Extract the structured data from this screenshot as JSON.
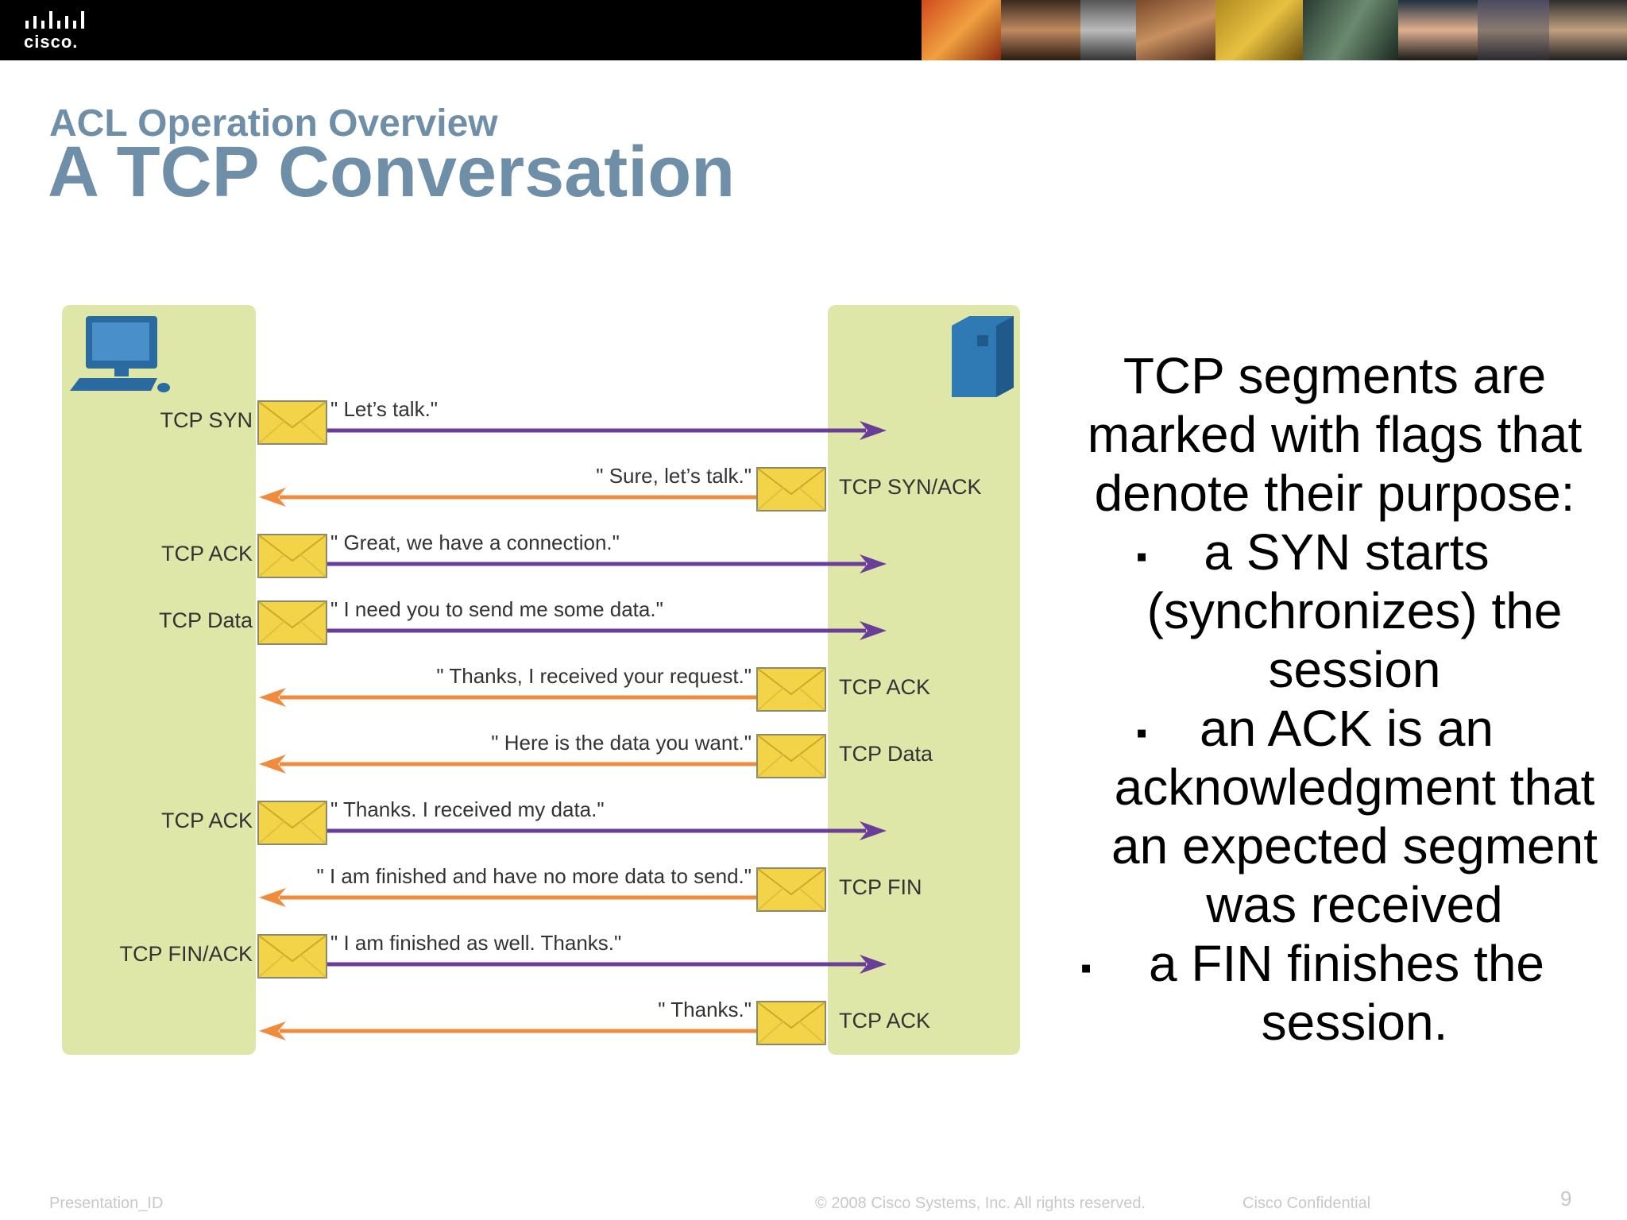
{
  "header": {
    "logo_text": "cisco.",
    "accent_color": "#6f8ea8"
  },
  "slide": {
    "section_title": "ACL Operation Overview",
    "title": "A TCP Conversation"
  },
  "diagram": {
    "client_icon": "desktop-computer-icon",
    "server_icon": "server-tower-icon",
    "envelope_icon": "envelope-icon",
    "messages": [
      {
        "direction": "to-server",
        "flag": "TCP SYN",
        "text": "\" Let’s talk.\""
      },
      {
        "direction": "to-client",
        "flag": "TCP SYN/ACK",
        "text": "\" Sure, let’s talk.\""
      },
      {
        "direction": "to-server",
        "flag": "TCP ACK",
        "text": "\" Great, we have a connection.\""
      },
      {
        "direction": "to-server",
        "flag": "TCP Data",
        "text": "\" I need you to send me some data.\""
      },
      {
        "direction": "to-client",
        "flag": "TCP ACK",
        "text": "\" Thanks, I received your request.\""
      },
      {
        "direction": "to-client",
        "flag": "TCP Data",
        "text": "\" Here is the data you want.\""
      },
      {
        "direction": "to-server",
        "flag": "TCP ACK",
        "text": "\" Thanks. I received my data.\""
      },
      {
        "direction": "to-client",
        "flag": "TCP FIN",
        "text": "\" I am finished and have no more data to send.\""
      },
      {
        "direction": "to-server",
        "flag": "TCP FIN/ACK",
        "text": "\" I am finished as well. Thanks.\""
      },
      {
        "direction": "to-client",
        "flag": "TCP ACK",
        "text": "\" Thanks.\""
      }
    ],
    "colors": {
      "to_server_arrow": "#6a3d9a",
      "to_client_arrow": "#f08a3c",
      "column_fill": "#dfe7a8"
    }
  },
  "content": {
    "intro_lines": [
      "TCP segments are",
      "marked with flags that",
      "denote their purpose:"
    ],
    "bullet_marker": "▪",
    "bullets": [
      {
        "lines": [
          "a SYN starts",
          "(synchronizes) the",
          "session"
        ]
      },
      {
        "lines": [
          "an ACK is an",
          "acknowledgment that",
          "an expected segment",
          "was received"
        ]
      },
      {
        "lines": [
          "a FIN finishes the",
          "session."
        ]
      }
    ]
  },
  "footer": {
    "presentation_id": "Presentation_ID",
    "copyright": "© 2008 Cisco Systems, Inc. All rights reserved.",
    "confidential": "Cisco Confidential",
    "page_number": "9"
  }
}
